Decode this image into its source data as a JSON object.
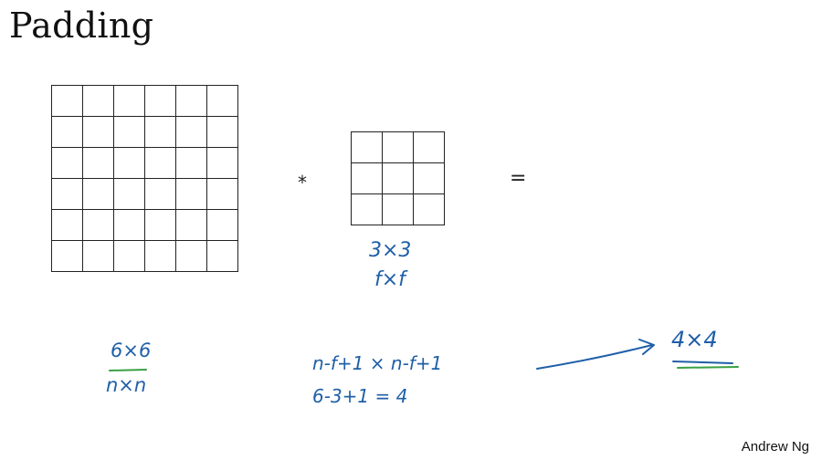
{
  "title": "Padding",
  "input": {
    "size": 6,
    "dim_label": "6×6",
    "symbol_label": "n×n"
  },
  "filter": {
    "size": 3,
    "dim_label": "3×3",
    "symbol_label": "f×f"
  },
  "operators": {
    "convolve": "*",
    "equals": "="
  },
  "formula": "n-f+1  ×  n-f+1",
  "calculation": "6-3+1 = 4",
  "output": {
    "dim_label": "4×4"
  },
  "author": "Andrew Ng",
  "colors": {
    "ink": "#1f5fa8",
    "underline": "#3aa043",
    "grid": "#222222"
  }
}
